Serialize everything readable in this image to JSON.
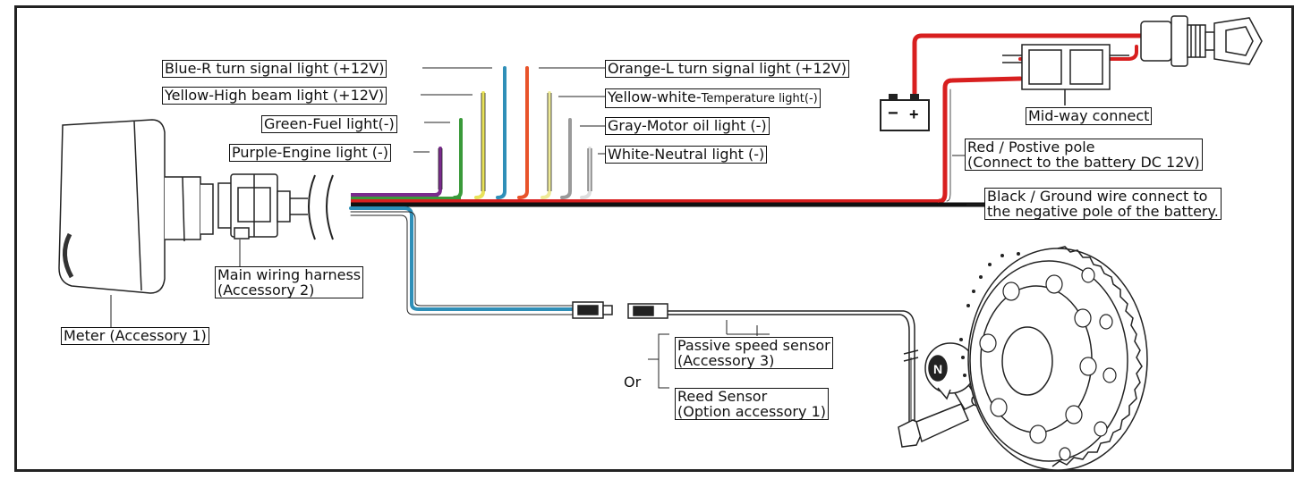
{
  "labels": {
    "blue_r": "Blue-R turn signal light (+12V)",
    "yellow_high": "Yellow-High beam light (+12V)",
    "green_fuel": "Green-Fuel light(-)",
    "purple_engine": "Purple-Engine light (-)",
    "orange_l": "Orange-L turn signal light (+12V)",
    "yellow_white_a": "Yellow-white-",
    "yellow_white_b": "Temperature light(-)",
    "gray_motor": "Gray-Motor oil light (-)",
    "white_neutral": "White-Neutral light (-)",
    "mid_way": "Mid-way connect",
    "red_pole_1": "Red / Postive pole",
    "red_pole_2": "(Connect to the battery DC 12V)",
    "black_ground_1": "Black / Ground wire connect to",
    "black_ground_2": "the negative pole of the battery.",
    "main_harness_1": "Main wiring harness",
    "main_harness_2": "(Accessory 2)",
    "meter": "Meter (Accessory 1)",
    "passive_1": "Passive speed sensor",
    "passive_2": "(Accessory 3)",
    "reed_1": "Reed Sensor",
    "reed_2": "(Option accessory 1)",
    "or": "Or",
    "battery_minus": "−",
    "battery_plus": "+",
    "magnet_letter": "N"
  },
  "wire_colors": {
    "purple": "#7a2a8c",
    "green": "#3a9a3a",
    "yellow": "#e8e25a",
    "blue": "#2f8fb8",
    "orange": "#e8532a",
    "yellow_white": "#eeea98",
    "gray": "#9a9a9a",
    "white": "#ffffff",
    "red": "#d81f1f",
    "black": "#111111"
  }
}
